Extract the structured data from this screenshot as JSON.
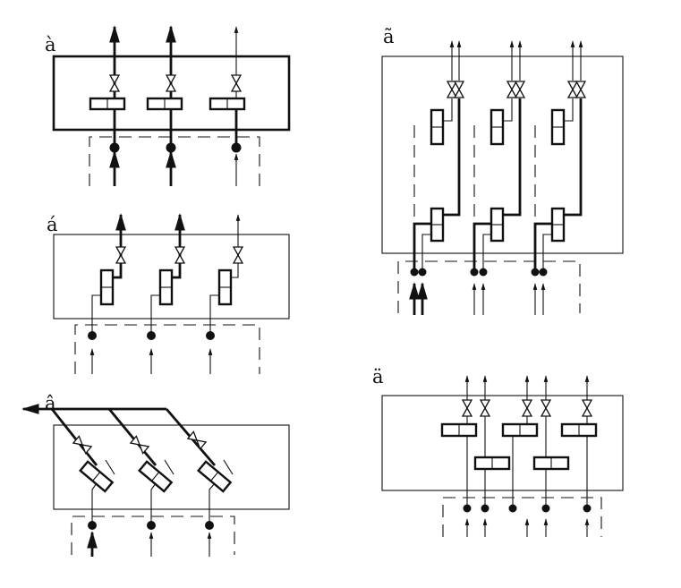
{
  "panels": [
    {
      "id": "a",
      "label": "à"
    },
    {
      "id": "b",
      "label": "á"
    },
    {
      "id": "c",
      "label": "â"
    },
    {
      "id": "d",
      "label": "ã"
    },
    {
      "id": "e",
      "label": "ä"
    }
  ]
}
